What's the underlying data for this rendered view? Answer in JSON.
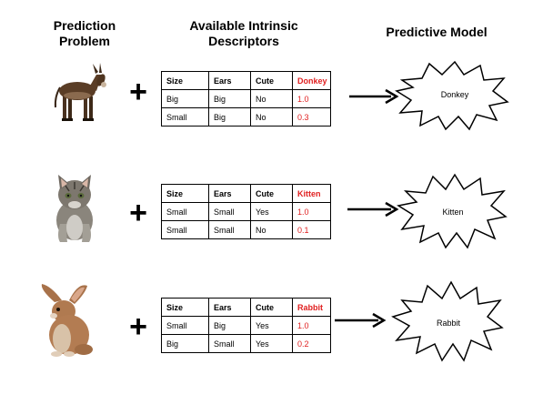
{
  "headers": {
    "problem": [
      "Prediction",
      "Problem"
    ],
    "descriptors": [
      "Available Intrinsic",
      "Descriptors"
    ],
    "model": "Predictive Model"
  },
  "rows": [
    {
      "animal": "donkey",
      "plus": "+",
      "columns": [
        "Size",
        "Ears",
        "Cute",
        "Donkey"
      ],
      "data": [
        [
          "Big",
          "Big",
          "No",
          "1.0"
        ],
        [
          "Small",
          "Big",
          "No",
          "0.3"
        ]
      ],
      "model_label": "Donkey"
    },
    {
      "animal": "kitten",
      "plus": "+",
      "columns": [
        "Size",
        "Ears",
        "Cute",
        "Kitten"
      ],
      "data": [
        [
          "Small",
          "Small",
          "Yes",
          "1.0"
        ],
        [
          "Small",
          "Small",
          "No",
          "0.1"
        ]
      ],
      "model_label": "Kitten"
    },
    {
      "animal": "rabbit",
      "plus": "+",
      "columns": [
        "Size",
        "Ears",
        "Cute",
        "Rabbit"
      ],
      "data": [
        [
          "Small",
          "Big",
          "Yes",
          "1.0"
        ],
        [
          "Big",
          "Small",
          "Yes",
          "0.2"
        ]
      ],
      "model_label": "Rabbit"
    }
  ],
  "colors": {
    "target": "#e02020"
  }
}
